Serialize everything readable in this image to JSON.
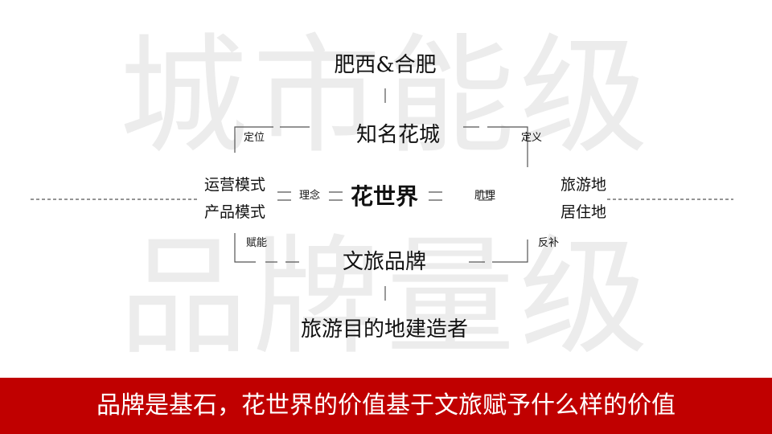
{
  "watermark": {
    "line1": "城市能级",
    "line2": "品牌量级"
  },
  "nodes": {
    "top": "肥西&合肥",
    "upper": "知名花城",
    "center": "花世界",
    "lower": "文旅品牌",
    "bottom": "旅游目的地建造者"
  },
  "left": {
    "line1": "运营模式",
    "line2": "产品模式"
  },
  "right": {
    "line1": "旅游地",
    "line2": "居住地"
  },
  "labels": {
    "top_left": "定位",
    "top_right": "定义",
    "bottom_left": "赋能",
    "bottom_right": "反补",
    "mid_left": "理念",
    "mid_right": "肌理"
  },
  "banner": {
    "text": "品牌是基石，花世界的价值基于文旅赋予什么样的价值"
  },
  "colors": {
    "banner_bg": "#c00000",
    "watermark": "#ececec",
    "line": "#555555"
  }
}
